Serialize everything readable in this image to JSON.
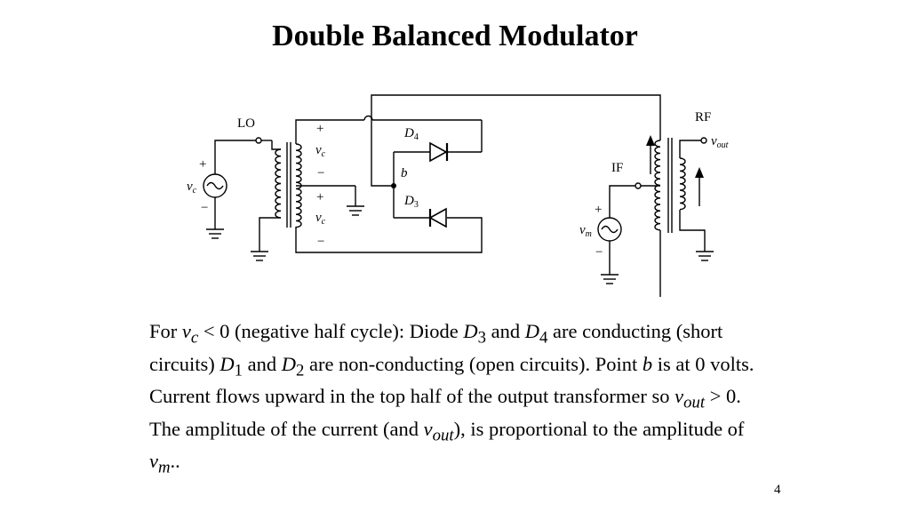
{
  "slide": {
    "title": "Double Balanced Modulator",
    "page_number": "4"
  },
  "diagram": {
    "lo_label": "LO",
    "rf_label": "RF",
    "if_label": "IF",
    "node_b": "b",
    "plus": "+",
    "minus": "−",
    "vc_var": "v",
    "vc_sub": "c",
    "vm_var": "v",
    "vm_sub": "m",
    "vout_var": "v",
    "vout_sub": "out",
    "d4_var": "D",
    "d4_sub": "4",
    "d3_var": "D",
    "d3_sub": "3"
  },
  "body": {
    "s1": "For ",
    "s2": "v",
    "s3": "c",
    "s4": " < 0 (negative half cycle):  Diode ",
    "s5": "D",
    "s6": "3",
    "s7": " and ",
    "s8": "D",
    "s9": "4",
    "s10": " are conducting (short circuits) ",
    "s11": "D",
    "s12": "1",
    "s13": " and ",
    "s14": "D",
    "s15": "2",
    "s16": " are non-conducting (open circuits).  Point ",
    "s17": "b",
    "s18": " is at 0 volts.  Current flows upward in the top half of the output transformer so ",
    "s19": "v",
    "s20": "out",
    "s21": " > 0.  The amplitude of the current (and ",
    "s22": "v",
    "s23": "out",
    "s24": "), is proportional to the amplitude of ",
    "s25": "v",
    "s26": "m",
    "s27": ".."
  }
}
